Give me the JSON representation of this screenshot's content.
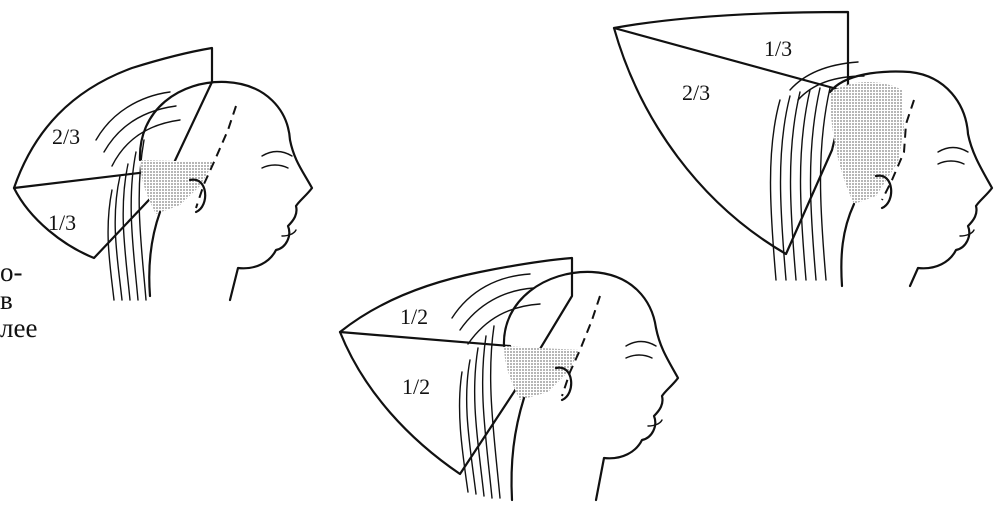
{
  "edge_text": [
    "о-",
    "в",
    "лее"
  ],
  "figures": [
    {
      "name": "left",
      "upper_fraction": "2/3",
      "lower_fraction": "1/3"
    },
    {
      "name": "center",
      "upper_fraction": "1/2",
      "lower_fraction": "1/2"
    },
    {
      "name": "right",
      "upper_fraction": "1/3",
      "lower_fraction": "2/3"
    }
  ],
  "colors": {
    "ink": "#111111",
    "shade": "#c8c8c8",
    "paper": "#ffffff"
  }
}
